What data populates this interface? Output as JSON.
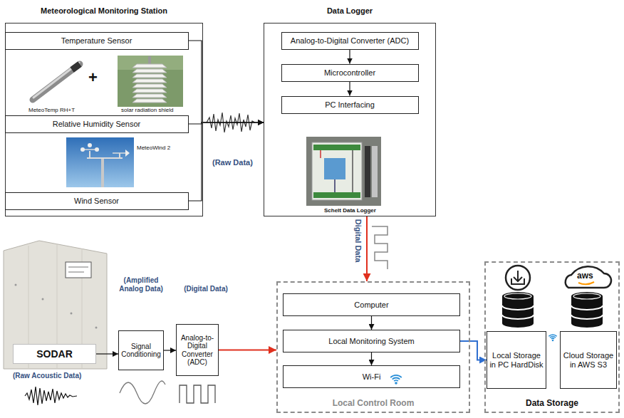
{
  "diagram": {
    "nodes": [
      {
        "text": [
          "Meteorological Monitoring Station"
        ]
      },
      {
        "text": [
          "Temperature Sensor"
        ],
        "in": 0
      },
      {
        "text": [
          "Relative Humidity Sensor"
        ],
        "in": 0
      },
      {
        "text": [
          "Wind Sensor"
        ],
        "in": 0
      },
      {
        "text": [
          "Data Logger"
        ]
      },
      {
        "text": [
          "Analog-to-Digital Converter (ADC)"
        ],
        "in": 4
      },
      {
        "text": [
          "Microcontroller"
        ],
        "in": 4
      },
      {
        "text": [
          "PC Interfacing"
        ],
        "in": 4
      },
      {
        "text": [
          "SODAR"
        ]
      },
      {
        "text": [
          "Signal Conditioning"
        ]
      },
      {
        "text": [
          "Analog-to-Digital Converter (ADC)"
        ]
      },
      {
        "text": [
          "Local Control Room"
        ]
      },
      {
        "text": [
          "Computer"
        ],
        "in": 11
      },
      {
        "text": [
          "Local Monitoring System"
        ],
        "in": 11
      },
      {
        "text": [
          "Wi-Fi"
        ],
        "in": 11
      },
      {
        "text": [
          "Data Storage"
        ]
      },
      {
        "text": [
          "Local Storage in PC HardDisk"
        ],
        "in": 15
      },
      {
        "text": [
          "Cloud Storage in AWS S3"
        ],
        "in": 15
      }
    ],
    "edges": [
      {
        "from": 1,
        "to": 4,
        "arrow": "to"
      },
      {
        "from": 2,
        "to": 4,
        "arrow": "to"
      },
      {
        "from": 3,
        "to": 4,
        "arrow": "to"
      },
      {
        "from": 5,
        "to": 6,
        "arrow": "to"
      },
      {
        "from": 6,
        "to": 7,
        "arrow": "to"
      },
      {
        "from": 4,
        "to": 11,
        "label": "Digital Data",
        "arrow": "to"
      },
      {
        "from": 8,
        "to": 9,
        "arrow": "to"
      },
      {
        "from": 9,
        "to": 10,
        "arrow": "to"
      },
      {
        "from": 10,
        "to": 11,
        "arrow": "to"
      },
      {
        "from": 12,
        "to": 13,
        "arrow": "to"
      },
      {
        "from": 13,
        "to": 14,
        "arrow": "to"
      },
      {
        "from": 13,
        "to": 16,
        "arrow": "to"
      }
    ],
    "labels": [
      "MeteoTemp RH+T",
      "+",
      "solar radiation shield",
      "MeteoWind 2",
      "(Raw Data)",
      "Schelt Data Logger",
      "(Raw Acoustic Data)",
      "(Amplified Analog Data)",
      "(Digital Data)",
      "aws"
    ]
  }
}
